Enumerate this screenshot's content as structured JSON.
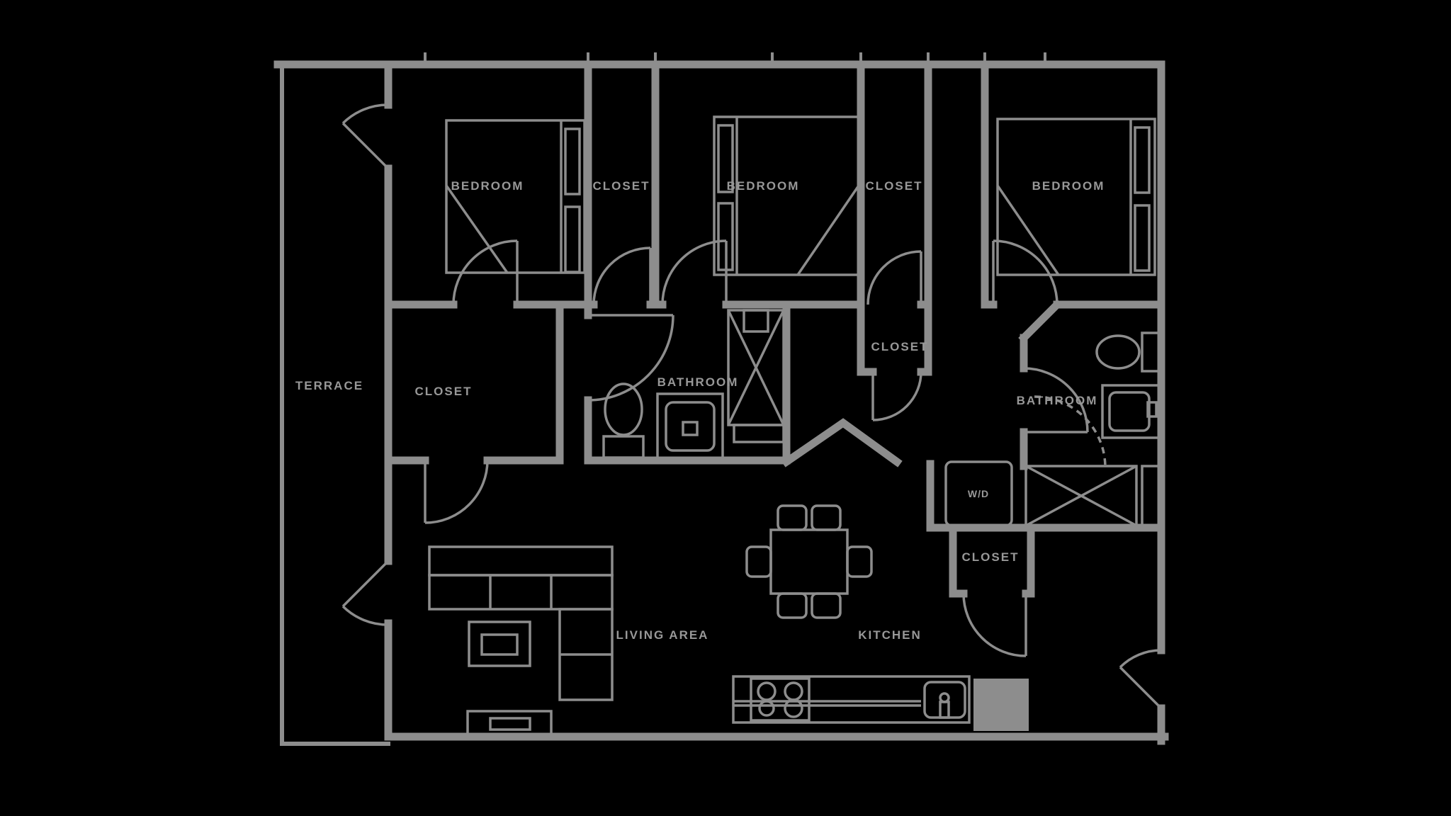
{
  "drawing": {
    "type": "apartment-floor-plan",
    "style": "gray line-work on black background",
    "colors": {
      "background": "#000000",
      "line": "#8d8d8d",
      "label": "#989898"
    }
  },
  "rooms": [
    {
      "id": "terrace",
      "label": "TERRACE"
    },
    {
      "id": "bedroom-1",
      "label": "BEDROOM"
    },
    {
      "id": "closet-1",
      "label": "CLOSET"
    },
    {
      "id": "bedroom-2",
      "label": "BEDROOM"
    },
    {
      "id": "closet-2",
      "label": "CLOSET"
    },
    {
      "id": "bedroom-3",
      "label": "BEDROOM"
    },
    {
      "id": "hall-closet",
      "label": "CLOSET"
    },
    {
      "id": "bathroom-1",
      "label": "BATHROOM"
    },
    {
      "id": "linen-closet",
      "label": "CLOSET"
    },
    {
      "id": "bathroom-2",
      "label": "BATHROOM"
    },
    {
      "id": "washer-dryer",
      "label": "W/D"
    },
    {
      "id": "entry-closet",
      "label": "CLOSET"
    },
    {
      "id": "living-area",
      "label": "LIVING AREA"
    },
    {
      "id": "kitchen",
      "label": "KITCHEN"
    }
  ]
}
